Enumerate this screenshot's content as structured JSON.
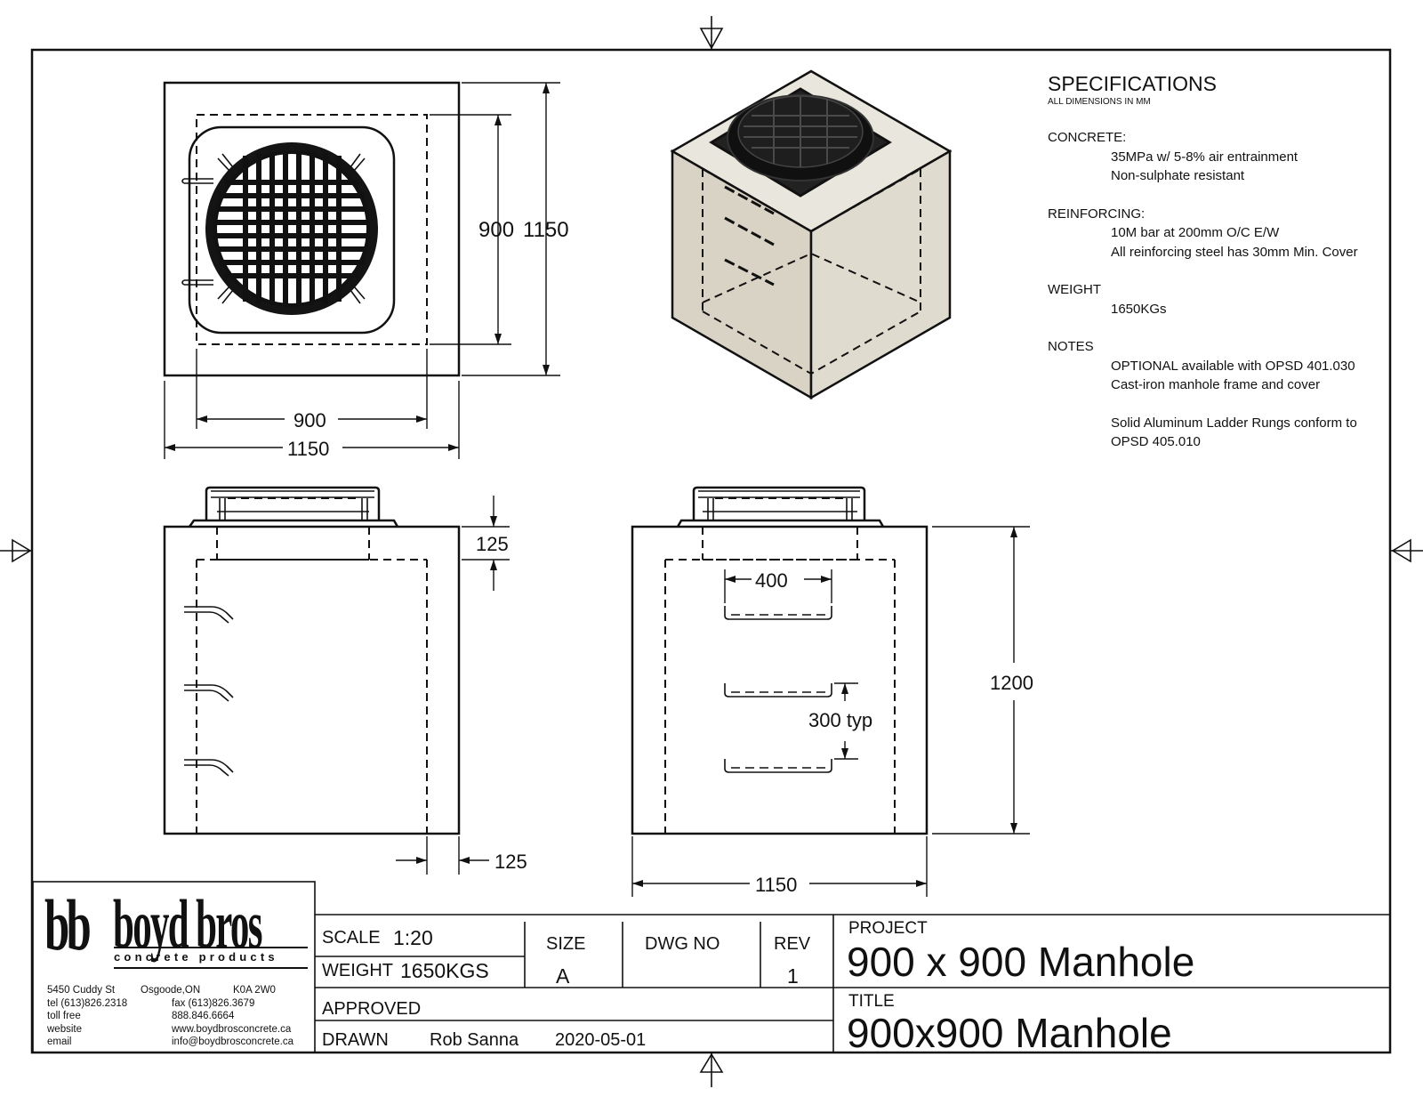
{
  "specifications": {
    "title": "SPECIFICATIONS",
    "subtitle": "ALL DIMENSIONS IN MM",
    "concrete_heading": "CONCRETE:",
    "concrete_lines": [
      "35MPa w/ 5-8% air entrainment",
      "Non-sulphate resistant"
    ],
    "reinforcing_heading": "REINFORCING:",
    "reinforcing_lines": [
      "10M bar at 200mm O/C E/W",
      "All reinforcing steel has 30mm Min. Cover"
    ],
    "weight_heading": "WEIGHT",
    "weight_value": "1650KGs",
    "notes_heading": "NOTES",
    "notes_lines": [
      "OPTIONAL available with OPSD 401.030",
      "Cast-iron manhole frame and cover",
      "Solid Aluminum Ladder Rungs conform to",
      "OPSD 405.010"
    ]
  },
  "dimensions": {
    "top_inner_vertical": "900",
    "top_outer_vertical": "1150",
    "top_inner_horizontal": "900",
    "top_outer_horizontal": "1150",
    "slab_thickness": "125",
    "wall_thickness": "125",
    "rung_width": "400",
    "rung_spacing": "300 typ",
    "height": "1200",
    "front_width": "1150"
  },
  "company": {
    "logo_mark": "bb",
    "logo_name": "boyd bros",
    "logo_tagline": "concrete products",
    "address": "5450 Cuddy St",
    "city": "Osgoode,ON",
    "postal": "K0A 2W0",
    "tel_label": "tel (613)826.2318",
    "fax_label": "fax (613)826.3679",
    "tollfree_label": "toll free",
    "tollfree_value": "888.846.6664",
    "website_label": "website",
    "website_value": "www.boydbrosconcrete.ca",
    "email_label": "email",
    "email_value": "info@boydbrosconcrete.ca"
  },
  "title_block": {
    "scale_label": "SCALE",
    "scale_value": "1:20",
    "weight_label": "WEIGHT",
    "weight_value": "1650KGS",
    "size_label": "SIZE",
    "size_value": "A",
    "dwg_label": "DWG NO",
    "rev_label": "REV",
    "rev_value": "1",
    "approved_label": "APPROVED",
    "drawn_label": "DRAWN",
    "drawn_by": "Rob Sanna",
    "drawn_date": "2020-05-01",
    "project_label": "PROJECT",
    "project_value": "900 x 900 Manhole",
    "title_label": "TITLE",
    "title_value": "900x900 Manhole"
  }
}
